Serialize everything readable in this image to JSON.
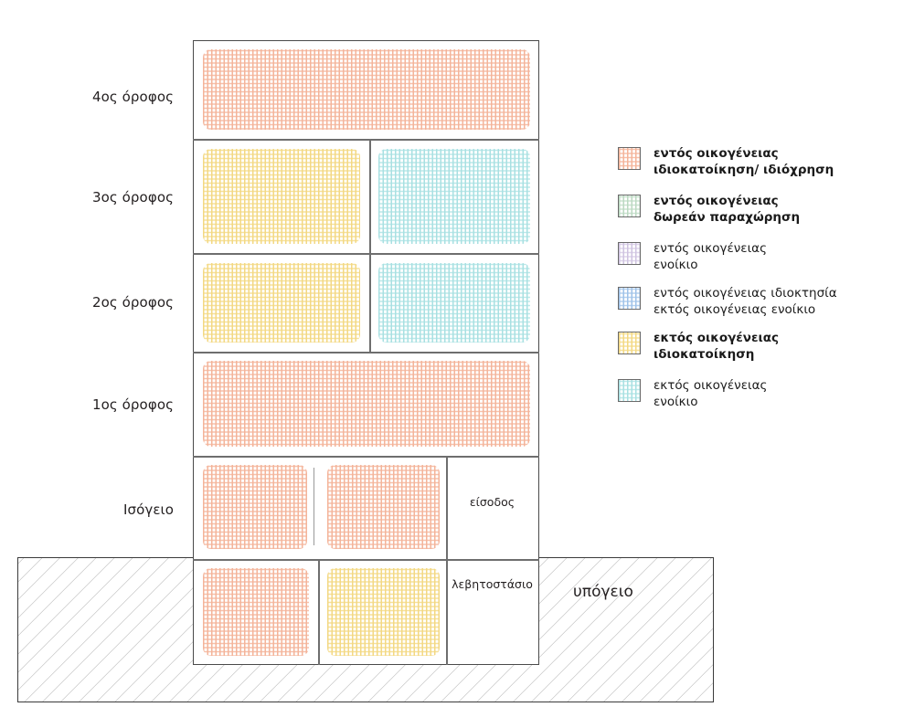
{
  "diagram": {
    "title_present": false,
    "floor_labels": [
      {
        "id": "floor-4",
        "text": "4ος όροφος"
      },
      {
        "id": "floor-3",
        "text": "3ος όροφος"
      },
      {
        "id": "floor-2",
        "text": "2ος όροφος"
      },
      {
        "id": "floor-1",
        "text": "1ος όροφος"
      },
      {
        "id": "ground",
        "text": "Ισόγειο"
      }
    ],
    "basement": {
      "label": "υπόγειο",
      "hatch_color": "#c9c9c9",
      "border_color": "#3b3b3b"
    },
    "rooms": [
      {
        "id": "entrance",
        "text": "είσοδος"
      },
      {
        "id": "boiler-room",
        "text": "λεβητοστάσιο"
      }
    ],
    "units": [
      {
        "floor": "4ος όροφος",
        "position": "full",
        "category": "entos-idiokatoikisi",
        "color": "#f4b49a"
      },
      {
        "floor": "3ος όροφος",
        "position": "left",
        "category": "ektos-idiokatoikisi",
        "color": "#f3d883"
      },
      {
        "floor": "3ος όροφος",
        "position": "right",
        "category": "ektos-enoikio",
        "color": "#a8e0e2"
      },
      {
        "floor": "2ος όροφος",
        "position": "left",
        "category": "ektos-idiokatoikisi",
        "color": "#f3d883"
      },
      {
        "floor": "2ος όροφος",
        "position": "right",
        "category": "ektos-enoikio",
        "color": "#a8e0e2"
      },
      {
        "floor": "1ος όροφος",
        "position": "full",
        "category": "entos-idiokatoikisi",
        "color": "#f4b49a"
      },
      {
        "floor": "Ισόγειο",
        "position": "left",
        "category": "entos-idiokatoikisi",
        "color": "#f4b49a"
      },
      {
        "floor": "Ισόγειο",
        "position": "mid",
        "category": "entos-idiokatoikisi",
        "color": "#f4b49a"
      },
      {
        "floor": "υπόγειο",
        "position": "left",
        "category": "entos-idiokatoikisi",
        "color": "#f4b49a"
      },
      {
        "floor": "υπόγειο",
        "position": "mid",
        "category": "ektos-idiokatoikisi",
        "color": "#f3d883"
      }
    ]
  },
  "legend": {
    "items": [
      {
        "id": "entos-idiokatoikisi",
        "swatch": "#f4b49a",
        "swatch_name": "pink-hatch-swatch",
        "bold": true,
        "text": "εντός οικογένειας\nιδιοκατοίκηση/ ιδιόχρηση"
      },
      {
        "id": "entos-dorean",
        "swatch": "#bcd9c2",
        "swatch_name": "green-hatch-swatch",
        "bold": true,
        "text": "εντός οικογένειας\nδωρεάν παραχώρηση"
      },
      {
        "id": "entos-enoikio",
        "swatch": "#cfc3e0",
        "swatch_name": "purple-hatch-swatch",
        "bold": false,
        "text": "εντός οικογένειας\nενοίκιο"
      },
      {
        "id": "entos-idioktisia-ektos-enoikio",
        "swatch": "#9fc2e8",
        "swatch_name": "blue-hatch-swatch",
        "bold": false,
        "text": "εντός οικογένειας ιδιοκτησία\nεκτός οικογένειας ενοίκιο"
      },
      {
        "id": "ektos-idiokatoikisi",
        "swatch": "#f3d883",
        "swatch_name": "yellow-hatch-swatch",
        "bold": true,
        "text": "εκτός οικογένειας\nιδιοκατοίκηση"
      },
      {
        "id": "ektos-enoikio",
        "swatch": "#a8e0e2",
        "swatch_name": "cyan-hatch-swatch",
        "bold": false,
        "text": "εκτός οικογένειας\nενοίκιο"
      }
    ]
  }
}
